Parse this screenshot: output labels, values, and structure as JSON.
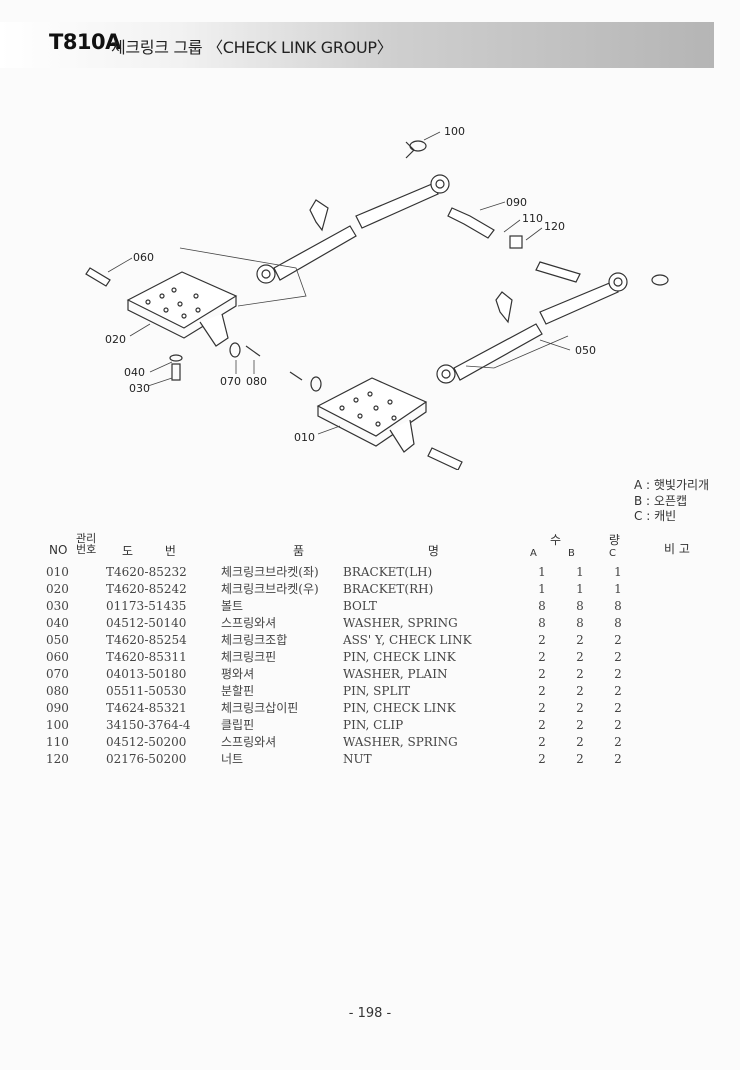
{
  "header": {
    "model": "T810A",
    "title": "체크링크 그룹 〈CHECK LINK GROUP〉"
  },
  "callouts": [
    "100",
    "090",
    "110",
    "120",
    "060",
    "020",
    "040",
    "030",
    "070",
    "080",
    "050",
    "010"
  ],
  "legend": [
    {
      "key": "A",
      "text": "햇빛가리개"
    },
    {
      "key": "B",
      "text": "오픈캡"
    },
    {
      "key": "C",
      "text": "캐빈"
    }
  ],
  "table": {
    "headers": {
      "no": "NO",
      "mgmt": "관리번호",
      "dwg": "도 번",
      "name": "품 명",
      "qty": "수 량",
      "qty_cols": [
        "A",
        "B",
        "C"
      ],
      "remarks": "비 고"
    },
    "rows": [
      {
        "no": "010",
        "dwg": "T4620-85232",
        "kr": "체크링크브라켓(좌)",
        "en": "BRACKET(LH)",
        "a": "1",
        "b": "1",
        "c": "1"
      },
      {
        "no": "020",
        "dwg": "T4620-85242",
        "kr": "체크링크브라켓(우)",
        "en": "BRACKET(RH)",
        "a": "1",
        "b": "1",
        "c": "1"
      },
      {
        "no": "030",
        "dwg": "01173-51435",
        "kr": "볼트",
        "en": "BOLT",
        "a": "8",
        "b": "8",
        "c": "8"
      },
      {
        "no": "040",
        "dwg": "04512-50140",
        "kr": "스프링와셔",
        "en": "WASHER, SPRING",
        "a": "8",
        "b": "8",
        "c": "8"
      },
      {
        "no": "050",
        "dwg": "T4620-85254",
        "kr": "체크링크조합",
        "en": "ASS' Y, CHECK LINK",
        "a": "2",
        "b": "2",
        "c": "2"
      },
      {
        "no": "060",
        "dwg": "T4620-85311",
        "kr": "체크링크핀",
        "en": "PIN, CHECK LINK",
        "a": "2",
        "b": "2",
        "c": "2"
      },
      {
        "no": "070",
        "dwg": "04013-50180",
        "kr": "평와셔",
        "en": "WASHER, PLAIN",
        "a": "2",
        "b": "2",
        "c": "2"
      },
      {
        "no": "080",
        "dwg": "05511-50530",
        "kr": "분할핀",
        "en": "PIN, SPLIT",
        "a": "2",
        "b": "2",
        "c": "2"
      },
      {
        "no": "090",
        "dwg": "T4624-85321",
        "kr": "체크링크삽이핀",
        "en": "PIN, CHECK LINK",
        "a": "2",
        "b": "2",
        "c": "2"
      },
      {
        "no": "100",
        "dwg": "34150-3764-4",
        "kr": "클립핀",
        "en": "PIN, CLIP",
        "a": "2",
        "b": "2",
        "c": "2"
      },
      {
        "no": "110",
        "dwg": "04512-50200",
        "kr": "스프링와셔",
        "en": "WASHER, SPRING",
        "a": "2",
        "b": "2",
        "c": "2"
      },
      {
        "no": "120",
        "dwg": "02176-50200",
        "kr": "너트",
        "en": "NUT",
        "a": "2",
        "b": "2",
        "c": "2"
      }
    ]
  },
  "page_number": "- 198 -"
}
